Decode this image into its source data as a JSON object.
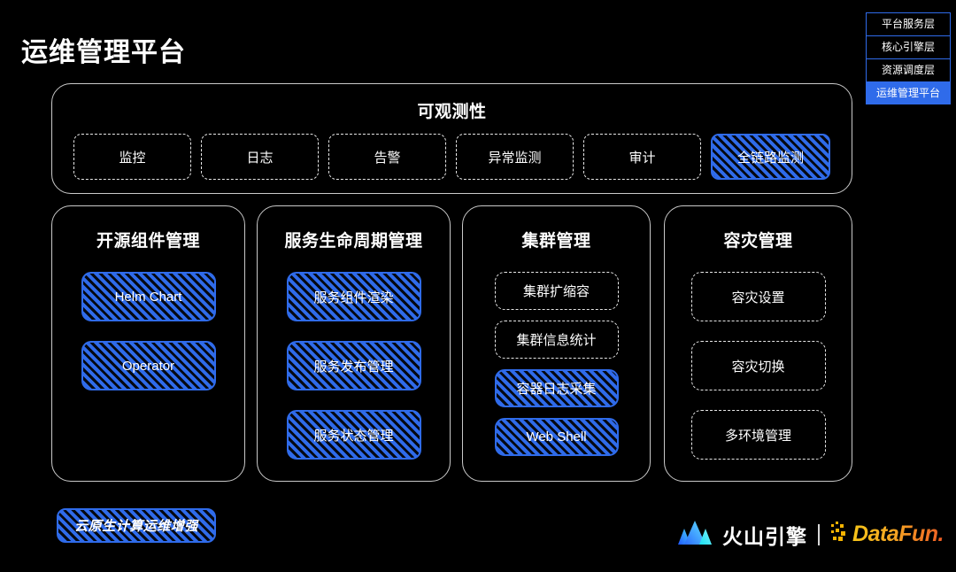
{
  "page": {
    "title": "运维管理平台",
    "background": "#000000",
    "accent": "#2f6bea"
  },
  "legend": {
    "items": [
      {
        "label": "平台服务层",
        "active": false
      },
      {
        "label": "核心引擎层",
        "active": false
      },
      {
        "label": "资源调度层",
        "active": false
      },
      {
        "label": "运维管理平台",
        "active": true
      }
    ]
  },
  "observability": {
    "title": "可观测性",
    "items": [
      {
        "label": "监控",
        "style": "dashed"
      },
      {
        "label": "日志",
        "style": "dashed"
      },
      {
        "label": "告警",
        "style": "dashed"
      },
      {
        "label": "异常监测",
        "style": "dashed"
      },
      {
        "label": "审计",
        "style": "dashed"
      },
      {
        "label": "全链路监测",
        "style": "hatch"
      }
    ]
  },
  "columns": [
    {
      "title": "开源组件管理",
      "density": "loose",
      "items": [
        {
          "label": "Helm Chart",
          "style": "hatch"
        },
        {
          "label": "Operator",
          "style": "hatch"
        }
      ]
    },
    {
      "title": "服务生命周期管理",
      "density": "loose",
      "items": [
        {
          "label": "服务组件渲染",
          "style": "hatch"
        },
        {
          "label": "服务发布管理",
          "style": "hatch"
        },
        {
          "label": "服务状态管理",
          "style": "hatch"
        }
      ]
    },
    {
      "title": "集群管理",
      "density": "tight",
      "items": [
        {
          "label": "集群扩缩容",
          "style": "dashed"
        },
        {
          "label": "集群信息统计",
          "style": "dashed"
        },
        {
          "label": "容器日志采集",
          "style": "hatch"
        },
        {
          "label": "Web Shell",
          "style": "hatch"
        }
      ]
    },
    {
      "title": "容灾管理",
      "density": "loose",
      "items": [
        {
          "label": "容灾设置",
          "style": "dashed"
        },
        {
          "label": "容灾切换",
          "style": "dashed"
        },
        {
          "label": "多环境管理",
          "style": "dashed"
        }
      ]
    }
  ],
  "bottom_badge": {
    "label": "云原生计算运维增强",
    "style": "hatch"
  },
  "footer": {
    "volcano_logo_name": "volcano-engine-icon",
    "volcano_text": "火山引擎",
    "separator": "|",
    "datafun_icon_name": "datafun-dots-icon",
    "datafun_text": "DataFun."
  }
}
